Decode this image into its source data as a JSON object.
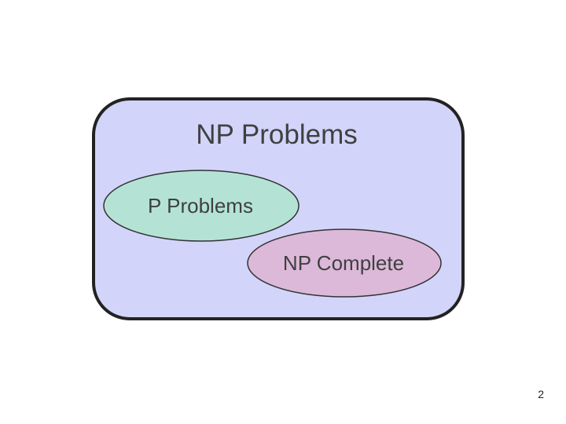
{
  "diagram": {
    "outer_set": {
      "label": "NP Problems",
      "fill": "#d2d4fa",
      "stroke": "#222222"
    },
    "subset_p": {
      "label": "P Problems",
      "fill": "#b4e3d6",
      "stroke": "#333333"
    },
    "subset_np_complete": {
      "label": "NP Complete",
      "fill": "#dcb9d8",
      "stroke": "#333333"
    }
  },
  "slide": {
    "page_number": "2"
  }
}
